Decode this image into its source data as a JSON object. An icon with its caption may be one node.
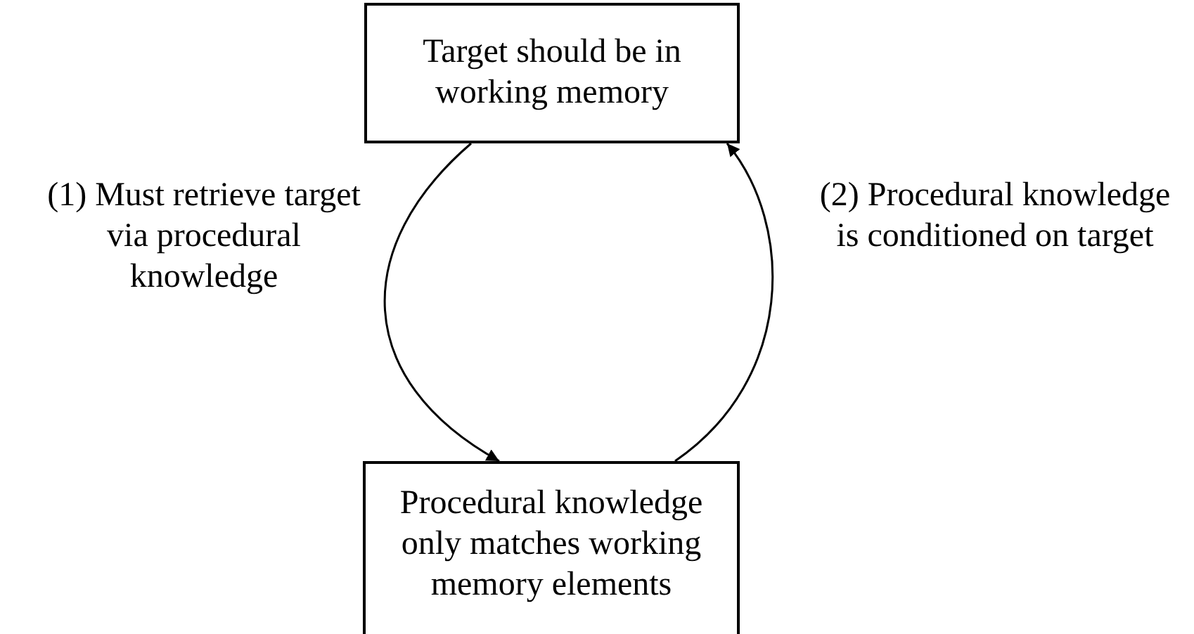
{
  "diagram": {
    "nodes": [
      {
        "text": [
          "Target should be in working memory"
        ]
      },
      {
        "text": [
          "Procedural knowledge only matches working memory elements"
        ]
      }
    ],
    "edges": [
      {
        "from": 0,
        "to": 1,
        "arrow": "to",
        "label": "(1) Must retrieve target via procedural knowledge"
      },
      {
        "from": 1,
        "to": 0,
        "arrow": "to",
        "label": "(2) Procedural knowledge is conditioned on target"
      }
    ]
  }
}
